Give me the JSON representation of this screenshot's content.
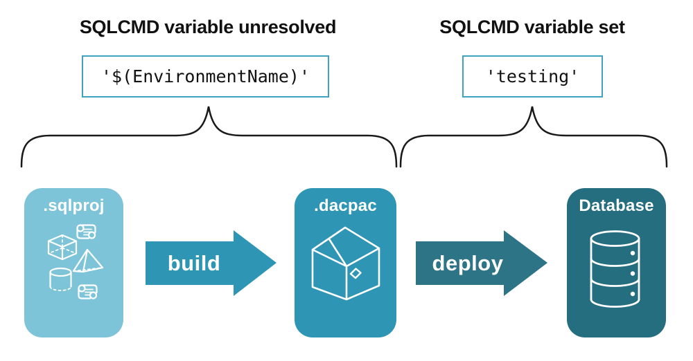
{
  "left_section": {
    "heading": "SQLCMD variable unresolved",
    "code": "'$(EnvironmentName)'"
  },
  "right_section": {
    "heading": "SQLCMD variable set",
    "code": "'testing'"
  },
  "pipeline": {
    "sqlproj": {
      "label": ".sqlproj",
      "color": "#7DC4D8",
      "icons": [
        "scroll-icon",
        "cube-icon",
        "pyramid-icon",
        "cylinder-icon",
        "scroll-icon"
      ]
    },
    "build_arrow": {
      "label": "build",
      "color": "#2E96B4"
    },
    "dacpac": {
      "label": ".dacpac",
      "color": "#2E96B4",
      "icons": [
        "package-icon"
      ]
    },
    "deploy_arrow": {
      "label": "deploy",
      "color": "#2D7486"
    },
    "database": {
      "label": "Database",
      "color": "#256E80",
      "icons": [
        "database-icon"
      ]
    }
  },
  "colors": {
    "code_box_border": "#3FA3BF",
    "heading_text": "#111111",
    "code_text": "#111111",
    "icon_stroke": "#FFFFFF",
    "brace_stroke": "#1A1A1A",
    "background": "#FFFFFF"
  }
}
